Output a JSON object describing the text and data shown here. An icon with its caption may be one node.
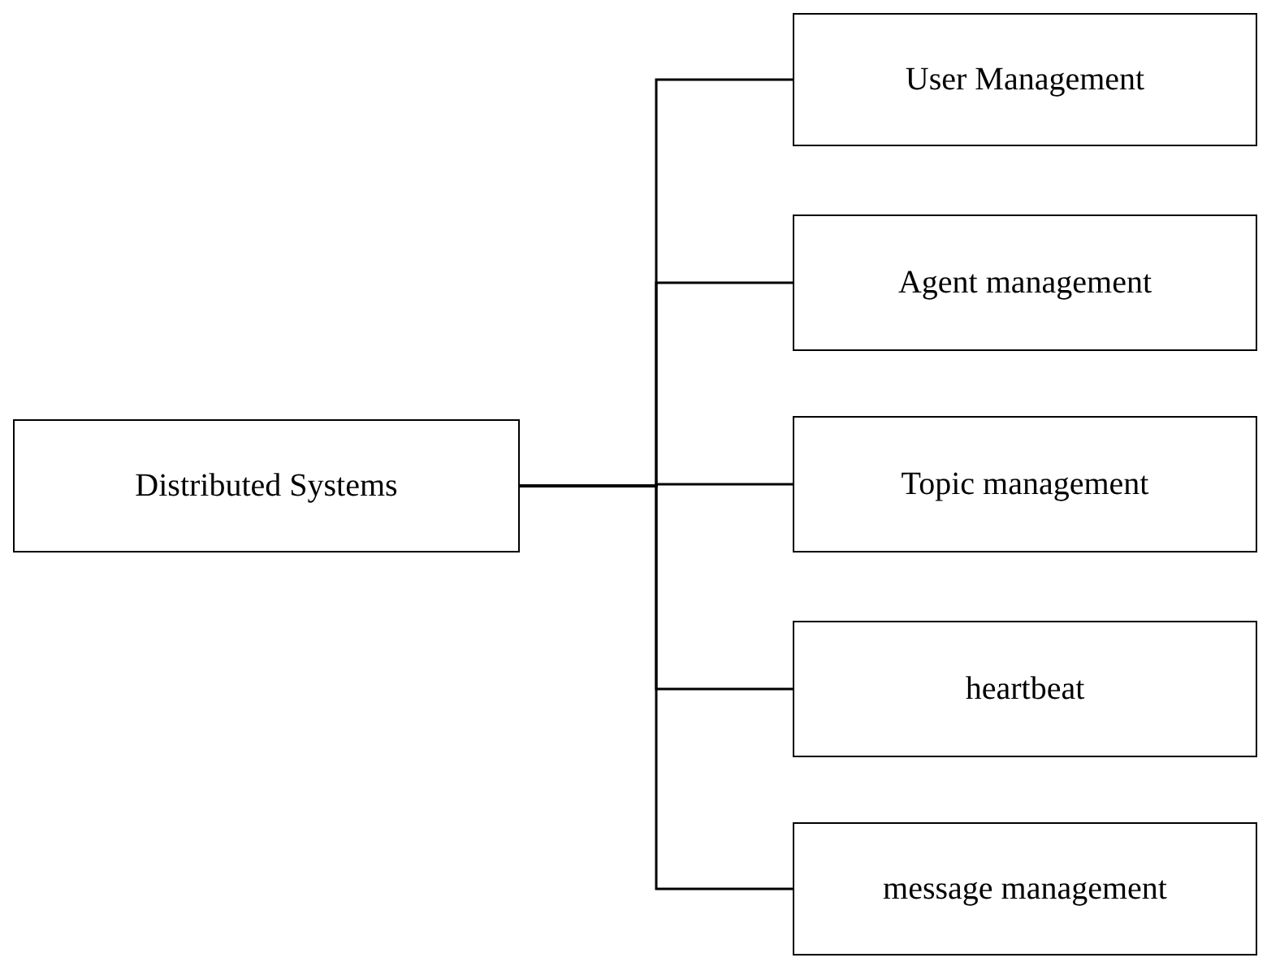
{
  "diagram": {
    "nodes": [
      {
        "text": [
          "Distributed Systems"
        ]
      },
      {
        "text": [
          "User Management"
        ]
      },
      {
        "text": [
          "Agent management"
        ]
      },
      {
        "text": [
          "Topic management"
        ]
      },
      {
        "text": [
          "heartbeat"
        ]
      },
      {
        "text": [
          "message management"
        ]
      }
    ],
    "edges": [
      {
        "from": 0,
        "to": 1,
        "arrow": "none"
      },
      {
        "from": 0,
        "to": 2,
        "arrow": "none"
      },
      {
        "from": 0,
        "to": 3,
        "arrow": "none"
      },
      {
        "from": 0,
        "to": 4,
        "arrow": "none"
      },
      {
        "from": 0,
        "to": 5,
        "arrow": "none"
      }
    ]
  }
}
